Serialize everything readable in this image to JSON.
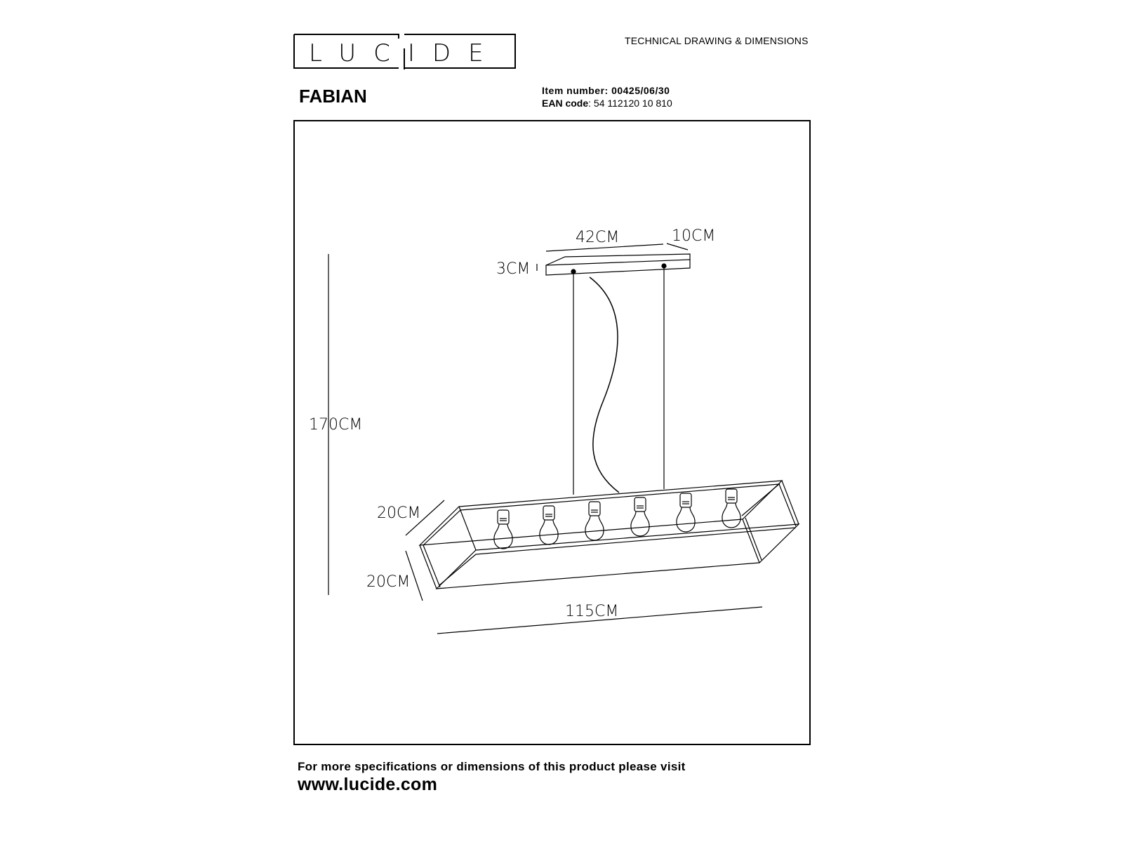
{
  "header": {
    "brand": "LUCIDE",
    "document_type": "TECHNICAL DRAWING & DIMENSIONS",
    "product_name": "FABIAN",
    "item_number_label": "Item number:",
    "item_number": "00425/06/30",
    "ean_label": "EAN code",
    "ean_code": ": 54 112120 10 810"
  },
  "dimensions": {
    "canopy_length": "42CM",
    "canopy_width": "10CM",
    "canopy_height": "3CM",
    "total_height": "170CM",
    "frame_depth": "20CM",
    "frame_height": "20CM",
    "frame_length": "115CM"
  },
  "footer": {
    "note": "For more specifications or dimensions of this product please visit",
    "website": "www.lucide.com"
  }
}
